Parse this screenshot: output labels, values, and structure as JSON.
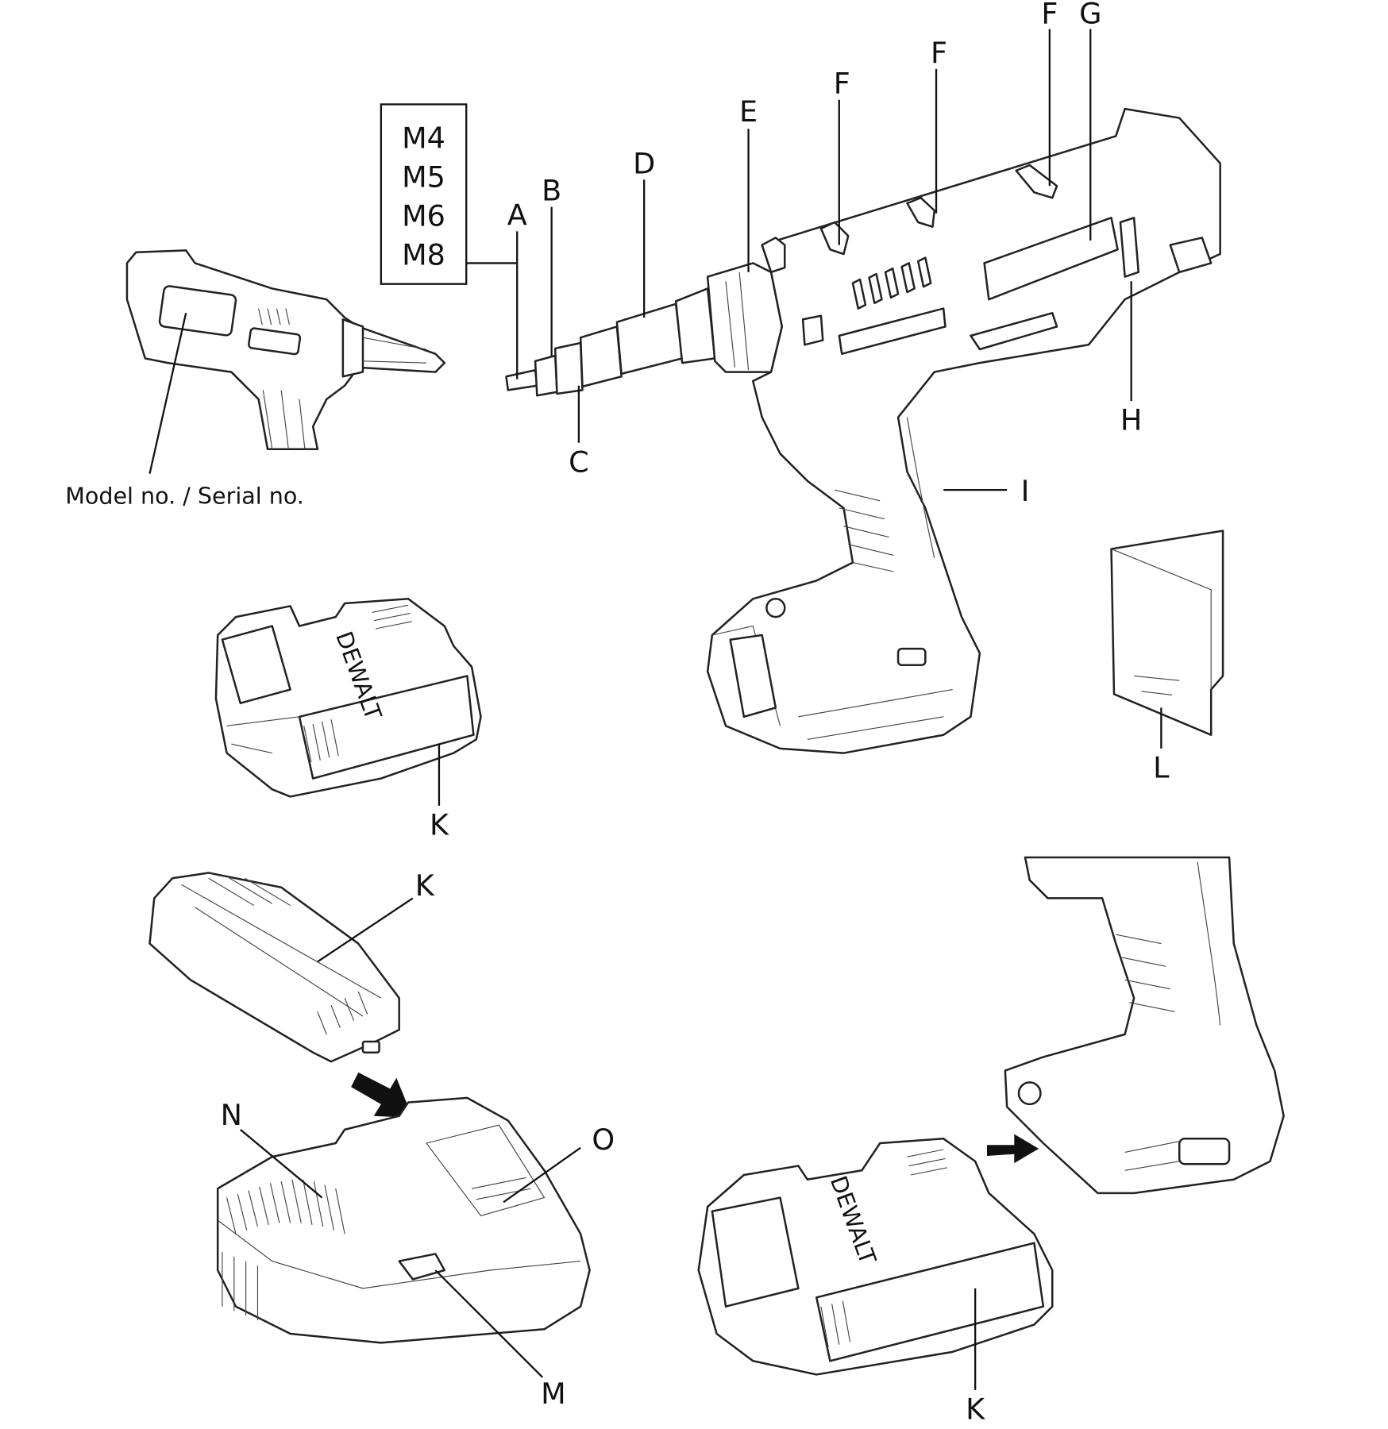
{
  "labels": {
    "A": "A",
    "B": "B",
    "C": "C",
    "D": "D",
    "E": "E",
    "F1": "F",
    "F2": "F",
    "F3": "F",
    "G": "G",
    "H": "H",
    "I": "I",
    "K1": "K",
    "K2": "K",
    "K3": "K",
    "L": "L",
    "M": "M",
    "N": "N",
    "O": "O"
  },
  "nosepiece_sizes": [
    "M4",
    "M5",
    "M6",
    "M8"
  ],
  "model_serial_caption": "Model no. / Serial no.",
  "battery_brand": "DEWALT"
}
